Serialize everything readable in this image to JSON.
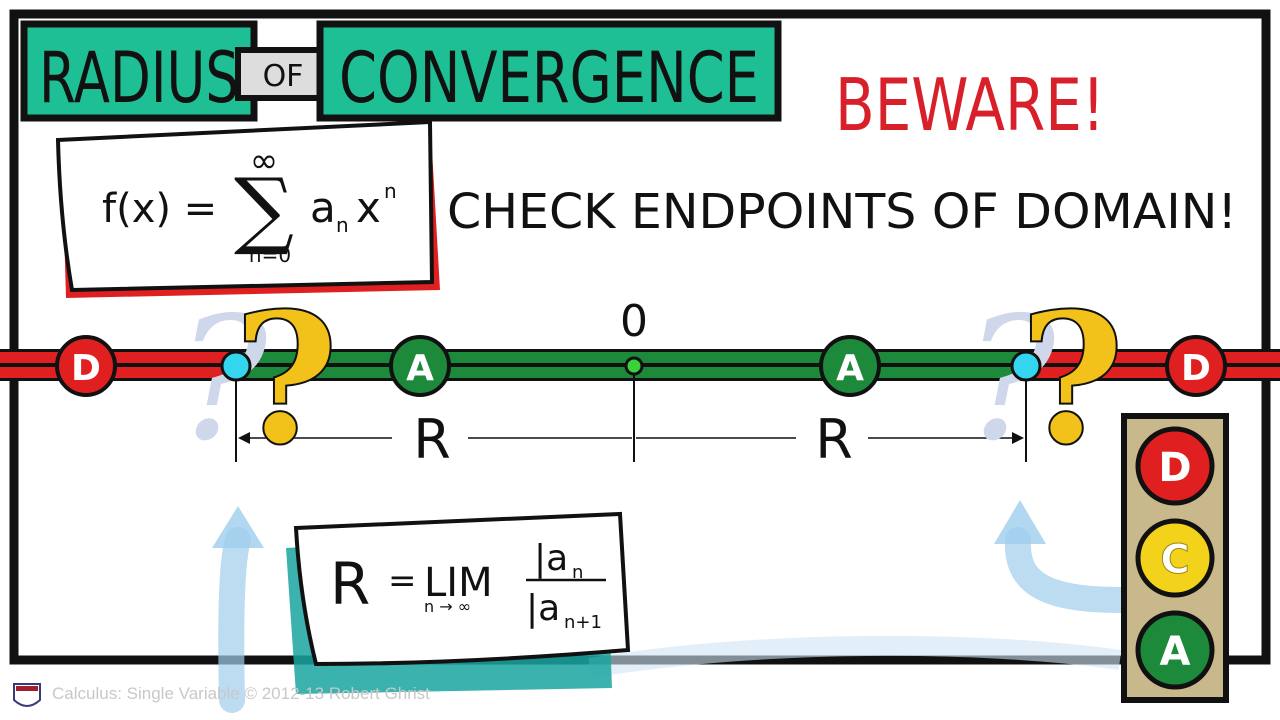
{
  "title": {
    "word1": "RADIUS",
    "word2": "OF",
    "word3": "CONVERGENCE"
  },
  "warning": "BEWARE!",
  "headline": "CHECK ENDPOINTS OF DOMAIN!",
  "series_formula": {
    "lhs": "f(x) =",
    "upper": "∞",
    "sigma": "∑",
    "lower": "n=0",
    "coef": "a",
    "coef_sub": "n",
    "var": "x",
    "var_sup": "n"
  },
  "number_line": {
    "origin_label": "0",
    "radius_label_left": "R",
    "radius_label_right": "R",
    "markers": [
      "D",
      "A",
      "A",
      "D"
    ],
    "endpoint_mark": "?"
  },
  "ratio_formula": {
    "lhs": "R",
    "eq": "=",
    "lim": "LIM",
    "lim_sub": "n → ∞",
    "num": "|a",
    "num_sub": "n",
    "den": "|a",
    "den_sub": "n+1"
  },
  "traffic_light": {
    "top": "D",
    "middle": "C",
    "bottom": "A"
  },
  "credit": "Calculus: Single Variable  © 2012-13 Robert Ghrist",
  "colors": {
    "teal": "#1fbf95",
    "red": "#e02020",
    "green": "#1c8a3a",
    "cyan": "#33d6ee",
    "yellow": "#f2c21a",
    "blue_arrow": "#9fcdec",
    "frame": "#111111"
  }
}
